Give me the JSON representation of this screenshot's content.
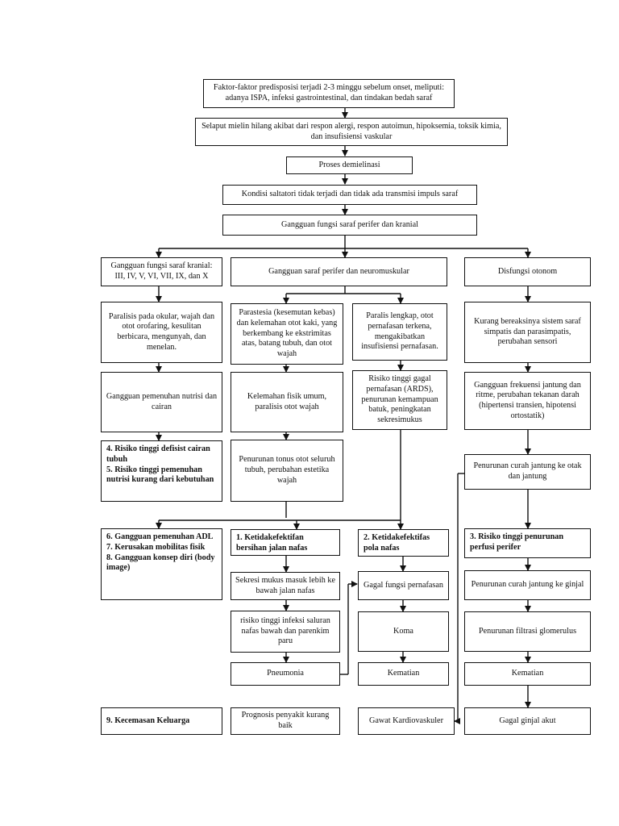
{
  "diagram": {
    "top": [
      "Faktor-faktor predisposisi terjadi 2-3 minggu sebelum onset, meliputi: adanya ISPA, infeksi gastrointestinal, dan tindakan bedah saraf",
      "Selaput mielin hilang akibat dari respon alergi, respon autoimun, hipoksemia, toksik kimia, dan insufisiensi vaskular",
      "Proses demielinasi",
      "Kondisi saltatori tidak terjadi dan tidak ada transmisi impuls saraf",
      "Gangguan fungsi saraf perifer dan kranial"
    ],
    "branches": {
      "left": "Gangguan fungsi saraf kranial:\nIII, IV, V, VI, VII, IX, dan X",
      "middle": "Gangguan saraf perifer dan neuromuskular",
      "right": "Disfungsi otonom"
    },
    "column1": {
      "paralisis": "Paralisis pada okular, wajah dan otot orofaring, kesulitan berbicara, mengunyah, dan menelan.",
      "nutrisi": "Gangguan pemenuhan nutrisi dan cairan",
      "dx_4_5": "4. Risiko tinggi defisist cairan tubuh\n5. Risiko tinggi pemenuhan nutrisi kurang dari kebutuhan",
      "dx_6_8": "6. Gangguan pemenuhan ADL\n7. Kerusakan mobilitas fisik\n8. Gangguan konsep diri (body image)",
      "dx_9": "9. Kecemasan Keluarga"
    },
    "column2": {
      "parastesia": "Parastesia (kesemutan kebas) dan kelemahan otot kaki, yang berkembang ke ekstrimitas atas, batang tubuh, dan otot wajah",
      "kelemahan": "Kelemahan fisik umum, paralisis otot wajah",
      "tonus": "Penurunan tonus otot seluruh tubuh, perubahan estetika wajah",
      "dx_1": "1. Ketidakefektifan bersihan jalan nafas",
      "sekresi": "Sekresi mukus masuk lebih ke bawah jalan nafas",
      "infeksi": "risiko tinggi infeksi saluran nafas bawah dan parenkim paru",
      "pneumonia": "Pneumonia",
      "prognosis": "Prognosis penyakit kurang baik"
    },
    "column3": {
      "paralis": "Paralis lengkap, otot pernafasan terkena, mengakibatkan insufisiensi pernafasan.",
      "ards": "Risiko tinggi gagal pernafasan (ARDS), penurunan kemampuan batuk, peningkatan sekresimukus",
      "dx_2": "2. Ketidakefektifas pola nafas",
      "gagal_fungsi": "Gagal fungsi pernafasan",
      "koma": "Koma",
      "kematian": "Kematian",
      "gawat": "Gawat Kardiovaskuler"
    },
    "column4": {
      "kurang_bereaksi": "Kurang bereaksinya sistem saraf simpatis dan parasimpatis, perubahan sensori",
      "frekuensi": "Gangguan frekuensi jantung dan ritme, perubahan tekanan darah (hipertensi transien, hipotensi ortostatik)",
      "curah_otak": "Penurunan curah jantung ke otak dan jantung",
      "dx_3": "3. Risiko tinggi penurunan perfusi perifer",
      "curah_ginjal": "Penurunan curah jantung ke ginjal",
      "filtrasi": "Penurunan filtrasi glomerulus",
      "kematian": "Kematian",
      "gagal_ginjal": "Gagal ginjal akut"
    }
  }
}
